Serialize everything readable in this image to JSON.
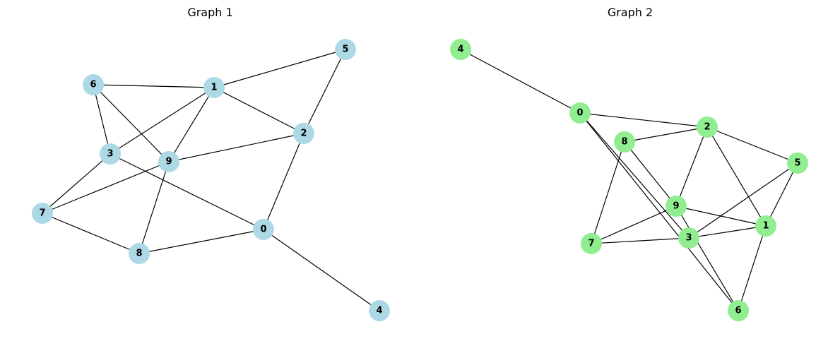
{
  "graphs": [
    {
      "title": "Graph 1",
      "node_color": "#add8e6",
      "edge_color": "#000000",
      "nodes": [
        "0",
        "1",
        "2",
        "3",
        "4",
        "5",
        "6",
        "7",
        "8",
        "9"
      ],
      "edges": [
        [
          "6",
          "1"
        ],
        [
          "1",
          "5"
        ],
        [
          "1",
          "2"
        ],
        [
          "1",
          "3"
        ],
        [
          "1",
          "9"
        ],
        [
          "5",
          "2"
        ],
        [
          "6",
          "3"
        ],
        [
          "6",
          "9"
        ],
        [
          "3",
          "7"
        ],
        [
          "3",
          "0"
        ],
        [
          "9",
          "2"
        ],
        [
          "9",
          "7"
        ],
        [
          "9",
          "8"
        ],
        [
          "2",
          "0"
        ],
        [
          "7",
          "8"
        ],
        [
          "8",
          "0"
        ],
        [
          "0",
          "4"
        ]
      ]
    },
    {
      "title": "Graph 2",
      "node_color": "#90ee90",
      "edge_color": "#000000",
      "nodes": [
        "0",
        "1",
        "2",
        "3",
        "4",
        "5",
        "6",
        "7",
        "8",
        "9"
      ],
      "edges": [
        [
          "4",
          "0"
        ],
        [
          "0",
          "2"
        ],
        [
          "0",
          "3"
        ],
        [
          "0",
          "6"
        ],
        [
          "8",
          "2"
        ],
        [
          "8",
          "7"
        ],
        [
          "8",
          "9"
        ],
        [
          "2",
          "9"
        ],
        [
          "2",
          "5"
        ],
        [
          "2",
          "1"
        ],
        [
          "5",
          "3"
        ],
        [
          "5",
          "1"
        ],
        [
          "9",
          "7"
        ],
        [
          "9",
          "1"
        ],
        [
          "9",
          "6"
        ],
        [
          "7",
          "3"
        ],
        [
          "3",
          "1"
        ],
        [
          "1",
          "6"
        ]
      ]
    }
  ]
}
